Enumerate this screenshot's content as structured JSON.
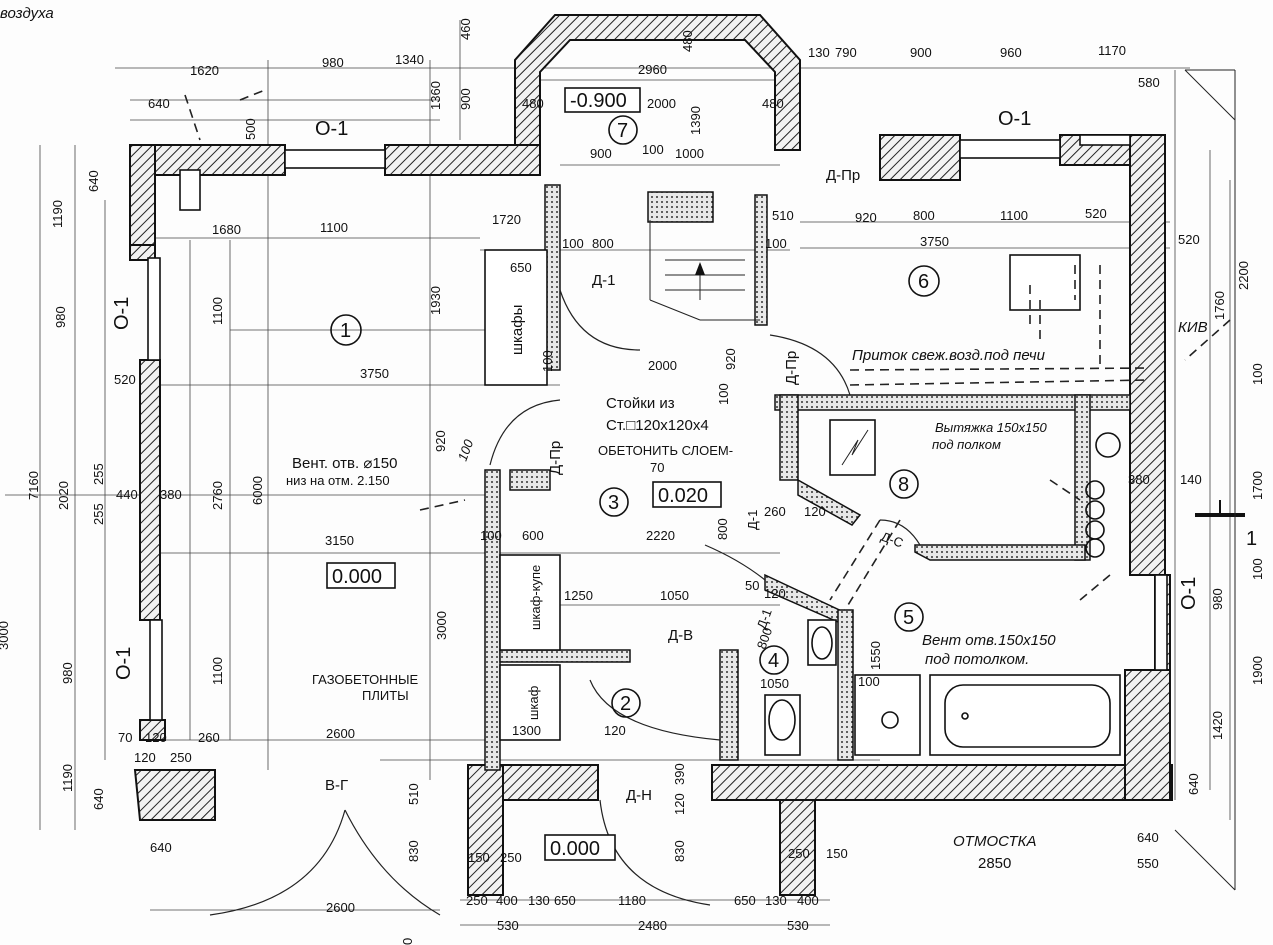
{
  "corner_text": "воздуха",
  "elevations": {
    "top": "-0.900",
    "room3": "0.020",
    "room1": "0.000",
    "entrance": "0.000"
  },
  "room_numbers": [
    "1",
    "2",
    "3",
    "4",
    "5",
    "6",
    "7",
    "8"
  ],
  "window_marks": {
    "top_left": "О-1",
    "top_right": "О-1",
    "left_upper": "О-1",
    "left_lower": "О-1",
    "right": "О-1"
  },
  "door_marks": {
    "d_pr_top": "Д-Пр",
    "d1_upper": "Д-1",
    "d_pr_vertical": "Д-Пр",
    "d_pr_left": "Д-Пр",
    "d1_mid": "Д-1",
    "d_s": "Д-С",
    "d_v": "Д-В",
    "d1_lower": "Д-1",
    "d_n": "Д-Н",
    "v_g": "В-Г"
  },
  "furniture": {
    "shkafy": "шкафы",
    "shkaf_kupe": "шкаф-купе",
    "shkaf": "шкаф"
  },
  "notes": {
    "stoiki_line1": "Стойки из",
    "stoiki_line2": "Ст.□120х120х4",
    "obetonit": "ОБЕТОНИТЬ СЛОЕМ-",
    "obetonit_value": "70",
    "vent_line1": "Вент. отв. ⌀150",
    "vent_line2": "низ на отм. 2.150",
    "gazobeton_line1": "ГАЗОБЕТОННЫЕ",
    "gazobeton_line2": "ПЛИТЫ",
    "pritok": "Приток свеж.возд.под печи",
    "vytyazhka_line1": "Вытяжка 150х150",
    "vytyazhka_line2": "под полком",
    "vent5_line1": "Вент отв.150х150",
    "vent5_line2": "под потолком.",
    "kiv": "КИВ",
    "otmostka": "ОТМОСТКА",
    "otmostka_value": "2850",
    "section_mark": "1"
  },
  "dimensions": {
    "top_row": [
      "1620",
      "980",
      "1340",
      "460",
      "480",
      "130",
      "790",
      "900",
      "960",
      "1170"
    ],
    "top_inner": [
      "640",
      "500",
      "1360",
      "900",
      "2960",
      "480",
      "2000",
      "480",
      "1390",
      "580"
    ],
    "row_900_100_1000": [
      "900",
      "100",
      "1000"
    ],
    "room1_horizontal": [
      "1680",
      "1100",
      "1720",
      "3750",
      "3150"
    ],
    "room6_row": [
      "510",
      "920",
      "800",
      "1100",
      "520",
      "3750",
      "520"
    ],
    "stairs": [
      "100",
      "800",
      "100",
      "650",
      "1930",
      "2000",
      "100",
      "920",
      "100"
    ],
    "left_vertical": [
      "1190",
      "640",
      "980",
      "1100",
      "520",
      "2020",
      "255",
      "255",
      "440",
      "380",
      "2760",
      "6000",
      "7160",
      "980",
      "1100",
      "1190",
      "640"
    ],
    "middle": [
      "920",
      "100",
      "100",
      "600",
      "2220",
      "800",
      "260",
      "120",
      "3000",
      "1250",
      "1050",
      "50",
      "120",
      "800",
      "1050",
      "1300",
      "120"
    ],
    "right_side": [
      "2200",
      "1760",
      "100",
      "380",
      "140",
      "1700",
      "100",
      "980",
      "1900",
      "1420",
      "640",
      "1550",
      "100"
    ],
    "bottom_left": [
      "70",
      "120",
      "260",
      "120",
      "250",
      "2600",
      "640",
      "2600"
    ],
    "bottom_mid": [
      "510",
      "830",
      "150",
      "250",
      "390",
      "120",
      "830",
      "250",
      "150"
    ],
    "bottom_row": [
      "250",
      "400",
      "130",
      "650",
      "1180",
      "650",
      "130",
      "400",
      "530",
      "2480",
      "530"
    ],
    "bottom_right": [
      "640",
      "550"
    ],
    "far_left_partial": [
      "3000",
      "0"
    ]
  }
}
